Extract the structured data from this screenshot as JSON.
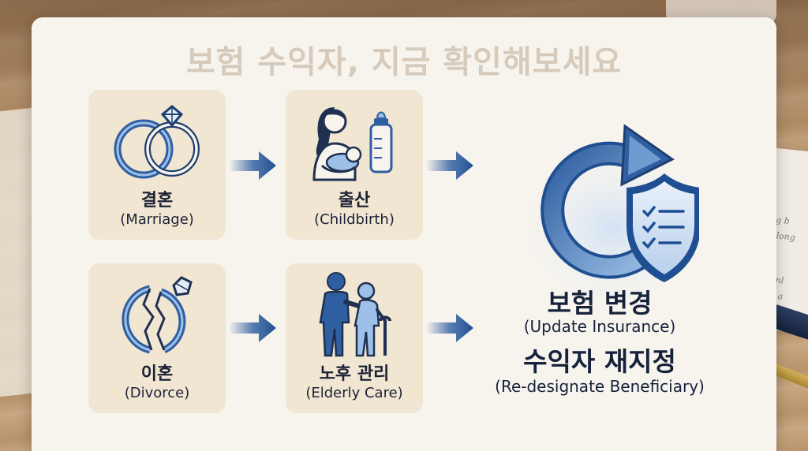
{
  "title": "보험 수익자, 지금 확인해보세요",
  "colors": {
    "card_bg": "#f7f4ee",
    "tile_bg": "#f1e6d2",
    "title_text": "#d6cabb",
    "icon_blue": "#2f5fa0",
    "icon_light_blue": "#9ec0e8",
    "text_dark": "#1c2236"
  },
  "events": [
    {
      "ko": "결혼",
      "en": "(Marriage)",
      "icon": "wedding-rings-icon"
    },
    {
      "ko": "출산",
      "en": "(Childbirth)",
      "icon": "mother-baby-bottle-icon"
    },
    {
      "ko": "이혼",
      "en": "(Divorce)",
      "icon": "broken-ring-icon"
    },
    {
      "ko": "노후 관리",
      "en": "(Elderly Care)",
      "icon": "caregiver-elderly-icon"
    }
  ],
  "result": {
    "icon": "refresh-shield-checklist-icon",
    "line1_ko": "보험 변경",
    "line1_en": "(Update Insurance)",
    "line2_ko": "수익자 재지정",
    "line2_en": "(Re-designate Beneficiary)"
  },
  "background": {
    "paper_text_1": "ing b",
    "paper_text_2": "N long",
    "paper_text_3": "t ionl",
    "paper_text_4": "s in a"
  }
}
